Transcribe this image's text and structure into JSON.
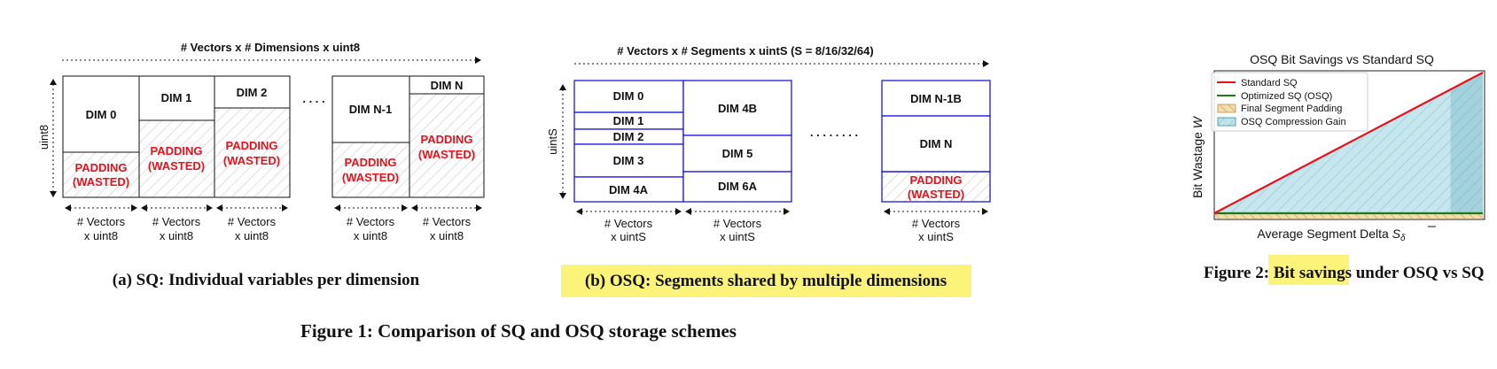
{
  "colors": {
    "red": "#e8101a",
    "blue": "#1a1adb",
    "highlight": "#fbf37a",
    "teal_fill": "#b8dee6",
    "teal_hatch": "#2e8fa3",
    "green": "#1b7a1b",
    "tan": "#e6c080"
  },
  "fig1a": {
    "top_label": "# Vectors  x  # Dimensions  x  uint8",
    "y_label": "uint8",
    "dims": [
      "DIM 0",
      "DIM 1",
      "DIM 2",
      "DIM N-1",
      "DIM N"
    ],
    "padding_line1": "PADDING",
    "padding_line2": "(WASTED)",
    "dots": ". . . .",
    "bottom_line1": "# Vectors",
    "bottom_line2": "x uint8",
    "caption": "(a) SQ: Individual variables per dimension"
  },
  "fig1b": {
    "top_label": "# Vectors  x  # Segments  x  uintS (S = 8/16/32/64)",
    "y_label": "uintS",
    "seg1": [
      "DIM 0",
      "DIM 1",
      "DIM 2",
      "DIM 3",
      "DIM 4A"
    ],
    "seg2": [
      "DIM 4B",
      "DIM 5",
      "DIM 6A"
    ],
    "seg3": [
      "DIM N-1B",
      "DIM N"
    ],
    "padding_line1": "PADDING",
    "padding_line2": "(WASTED)",
    "dots": ". . . . . . . .",
    "bottom_line1": "# Vectors",
    "bottom_line2": "x uintS",
    "caption": "(b) OSQ: Segments shared by multiple dimensions"
  },
  "figure1_caption": "Figure 1: Comparison of SQ and OSQ storage schemes",
  "chart_data": {
    "type": "area",
    "title": "OSQ Bit Savings vs Standard SQ",
    "xlabel": "Average Segment Delta",
    "xlabel_symbol": "S",
    "xlabel_subscript": "δ",
    "ylabel": "Bit Wastage",
    "ylabel_symbol": "W",
    "x": [
      0,
      1
    ],
    "series": [
      {
        "name": "Standard SQ",
        "values": [
          0,
          1
        ]
      },
      {
        "name": "Optimized SQ (OSQ)",
        "values": [
          0,
          0
        ]
      },
      {
        "name": "Final Segment Padding",
        "values": [
          0,
          0
        ]
      },
      {
        "name": "OSQ Compression Gain",
        "values": [
          0,
          1
        ]
      }
    ],
    "legend_position": "top-left",
    "grid": false
  },
  "figure2_caption": {
    "prefix": "Figure 2: ",
    "highlight": "Bit savings",
    "suffix": " under OSQ vs SQ"
  }
}
